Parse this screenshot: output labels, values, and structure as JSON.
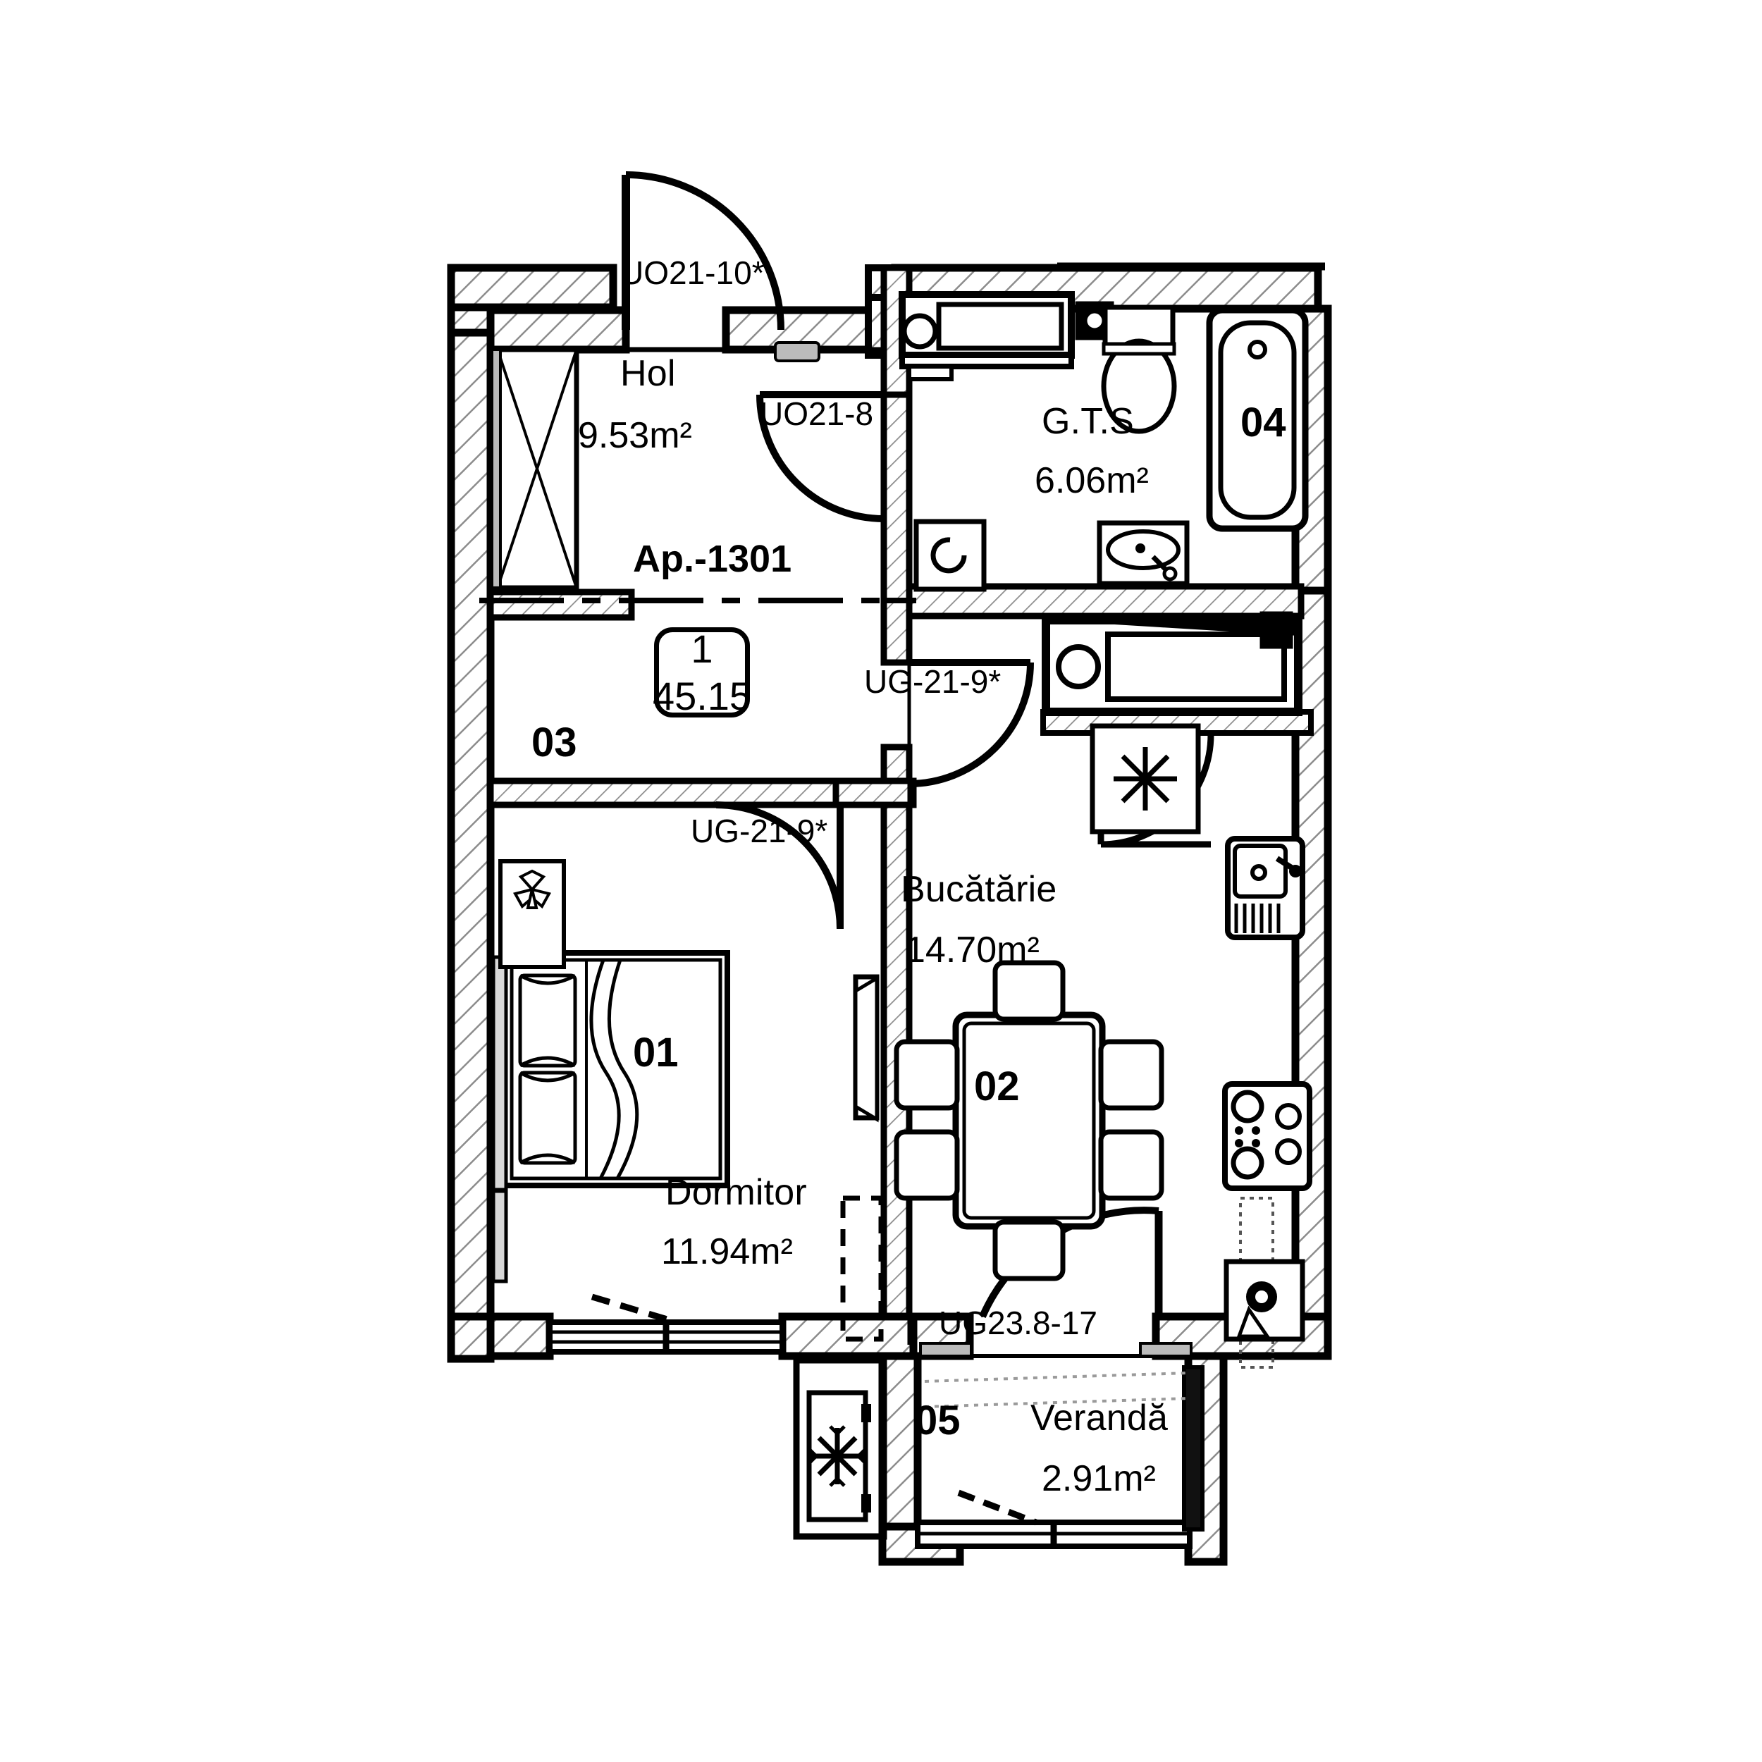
{
  "plan": {
    "apartment_title": "Ap.-1301",
    "badge": {
      "rooms": "1",
      "total_area": "45.15"
    },
    "rooms": [
      {
        "key": "hol",
        "name": "Hol",
        "area": "9.53m²",
        "number": null
      },
      {
        "key": "gts",
        "name": "G.T.S.",
        "area": "6.06m²",
        "number": "04"
      },
      {
        "key": "bucatarie",
        "name": "Bucătărie",
        "area": "14.70m²",
        "number": "02"
      },
      {
        "key": "dormitor",
        "name": "Dormitor",
        "area": "11.94m²",
        "number": "01"
      },
      {
        "key": "veranda",
        "name": "Verandă",
        "area": "2.91m²",
        "number": "05"
      }
    ],
    "room_markers": {
      "bed": "01",
      "dining": "02",
      "corridor": "03",
      "bathtub": "04",
      "veranda": "05"
    },
    "door_labels": [
      {
        "key": "entry",
        "text": "UO21-10*"
      },
      {
        "key": "hol-to-gts",
        "text": "UO21-8"
      },
      {
        "key": "kitchen-upper",
        "text": "UG-21-9*"
      },
      {
        "key": "bedroom",
        "text": "UG-21-9*"
      },
      {
        "key": "veranda",
        "text": "UG23.8-17"
      }
    ],
    "fixtures": [
      {
        "key": "wardrobe",
        "label": "wardrobe"
      },
      {
        "key": "toilet",
        "label": "toilet"
      },
      {
        "key": "bathtub",
        "label": "bathtub"
      },
      {
        "key": "washbasin",
        "label": "washbasin"
      },
      {
        "key": "washing-machine",
        "label": "washing-machine"
      },
      {
        "key": "kitchen-sink",
        "label": "kitchen-sink"
      },
      {
        "key": "cooktop",
        "label": "cooktop"
      },
      {
        "key": "bed",
        "label": "double-bed"
      },
      {
        "key": "dining-table",
        "label": "dining-table-6-chairs"
      },
      {
        "key": "ac-unit",
        "label": "air-conditioner"
      },
      {
        "key": "boiler",
        "label": "boiler"
      }
    ],
    "colors": {
      "line": "#000000",
      "fill": "#ffffff",
      "hatch": "#8c8c8c"
    }
  }
}
